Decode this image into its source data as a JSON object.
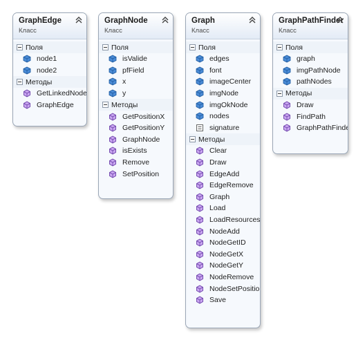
{
  "classes": [
    {
      "id": "graph-edge",
      "name": "GraphEdge",
      "kind": "Класс",
      "fields_label": "Поля",
      "methods_label": "Методы",
      "fields": [
        {
          "name": "node1",
          "icon": "field-icon"
        },
        {
          "name": "node2",
          "icon": "field-icon"
        }
      ],
      "methods": [
        {
          "name": "GetLinkedNodes",
          "icon": "method-icon"
        },
        {
          "name": "GraphEdge",
          "icon": "method-icon"
        }
      ]
    },
    {
      "id": "graph-node",
      "name": "GraphNode",
      "kind": "Класс",
      "fields_label": "Поля",
      "methods_label": "Методы",
      "fields": [
        {
          "name": "isValide",
          "icon": "field-icon"
        },
        {
          "name": "pfField",
          "icon": "field-icon"
        },
        {
          "name": "x",
          "icon": "field-icon"
        },
        {
          "name": "y",
          "icon": "field-icon"
        }
      ],
      "methods": [
        {
          "name": "GetPositionX",
          "icon": "method-icon"
        },
        {
          "name": "GetPositionY",
          "icon": "method-icon"
        },
        {
          "name": "GraphNode",
          "icon": "method-icon"
        },
        {
          "name": "isExists",
          "icon": "method-icon"
        },
        {
          "name": "Remove",
          "icon": "method-icon"
        },
        {
          "name": "SetPosition",
          "icon": "method-icon"
        }
      ]
    },
    {
      "id": "graph",
      "name": "Graph",
      "kind": "Класс",
      "fields_label": "Поля",
      "methods_label": "Методы",
      "fields": [
        {
          "name": "edges",
          "icon": "field-icon"
        },
        {
          "name": "font",
          "icon": "field-icon"
        },
        {
          "name": "imageCenter",
          "icon": "field-icon"
        },
        {
          "name": "imgNode",
          "icon": "field-icon"
        },
        {
          "name": "imgOkNode",
          "icon": "field-icon"
        },
        {
          "name": "nodes",
          "icon": "field-icon"
        },
        {
          "name": "signature",
          "icon": "constant-icon"
        }
      ],
      "methods": [
        {
          "name": "Clear",
          "icon": "method-icon"
        },
        {
          "name": "Draw",
          "icon": "method-icon"
        },
        {
          "name": "EdgeAdd",
          "icon": "method-icon"
        },
        {
          "name": "EdgeRemove",
          "icon": "method-icon"
        },
        {
          "name": "Graph",
          "icon": "method-icon"
        },
        {
          "name": "Load",
          "icon": "method-icon"
        },
        {
          "name": "LoadResources",
          "icon": "method-icon"
        },
        {
          "name": "NodeAdd",
          "icon": "method-icon"
        },
        {
          "name": "NodeGetID",
          "icon": "method-icon"
        },
        {
          "name": "NodeGetX",
          "icon": "method-icon"
        },
        {
          "name": "NodeGetY",
          "icon": "method-icon"
        },
        {
          "name": "NodeRemove",
          "icon": "method-icon"
        },
        {
          "name": "NodeSetPosition",
          "icon": "method-icon"
        },
        {
          "name": "Save",
          "icon": "method-icon"
        }
      ]
    },
    {
      "id": "graph-path-finder",
      "name": "GraphPathFinder",
      "kind": "Класс",
      "fields_label": "Поля",
      "methods_label": "Методы",
      "fields": [
        {
          "name": "graph",
          "icon": "field-icon"
        },
        {
          "name": "imgPathNode",
          "icon": "field-icon"
        },
        {
          "name": "pathNodes",
          "icon": "field-icon"
        }
      ],
      "methods": [
        {
          "name": "Draw",
          "icon": "method-icon"
        },
        {
          "name": "FindPath",
          "icon": "method-icon"
        },
        {
          "name": "GraphPathFinder",
          "icon": "method-icon"
        }
      ]
    }
  ],
  "colors": {
    "field_icon": "#2b6cb0",
    "method_icon": "#7b4fb8",
    "border": "#9aa6b6"
  }
}
